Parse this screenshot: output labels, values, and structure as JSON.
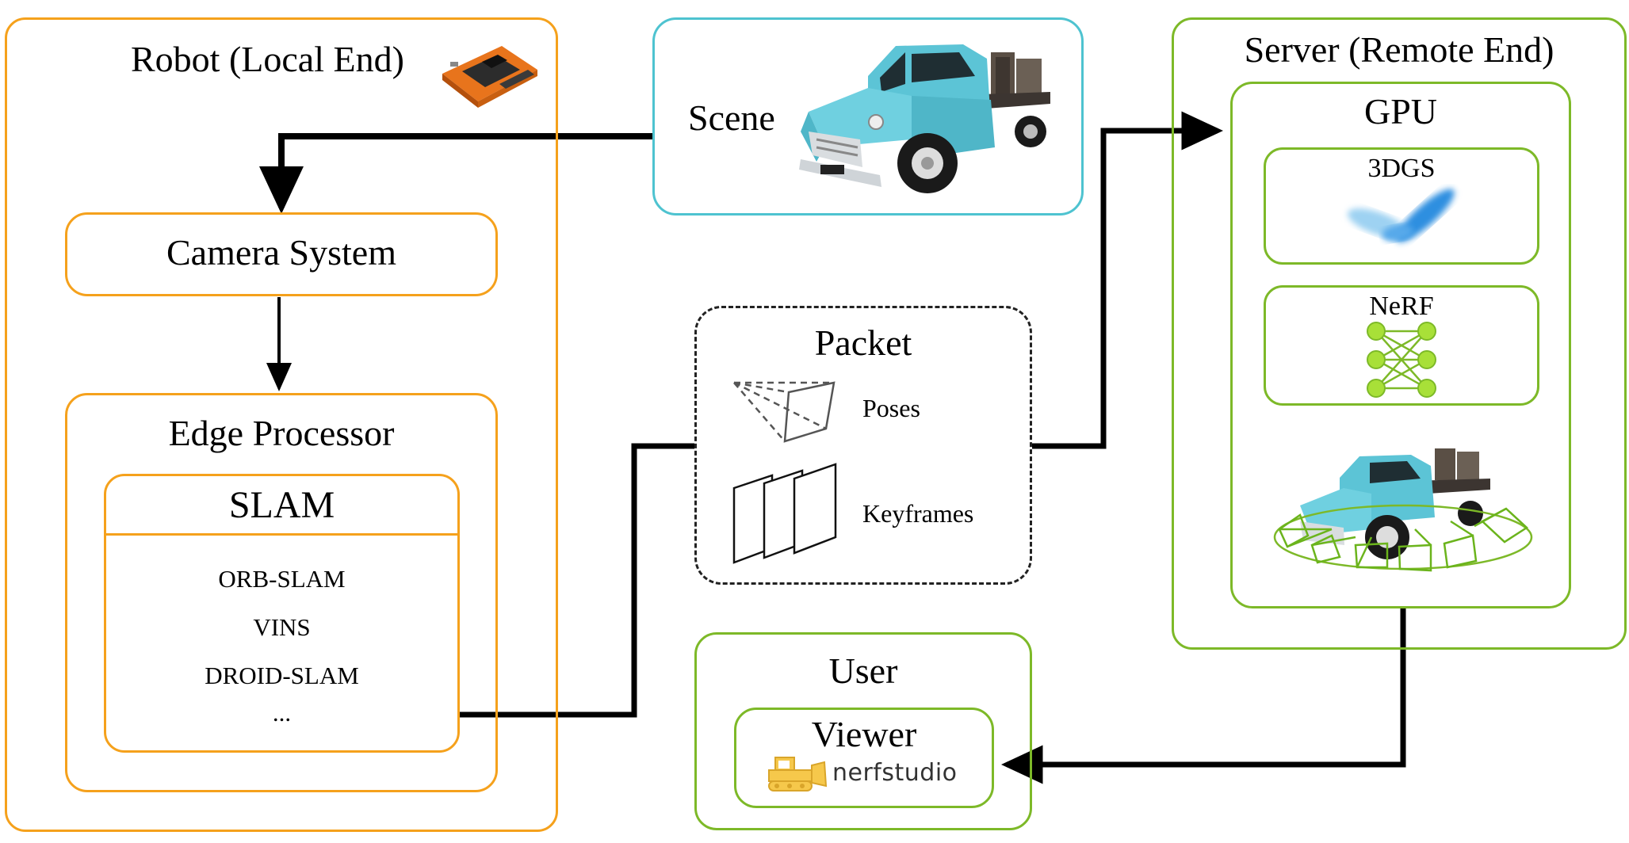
{
  "robot": {
    "title": "Robot (Local End)",
    "icon": "edge-board-icon"
  },
  "scene": {
    "label": "Scene",
    "icon": "truck-image"
  },
  "camera": {
    "label": "Camera System"
  },
  "edge": {
    "title": "Edge Processor",
    "slam": {
      "title": "SLAM",
      "methods": [
        "ORB-SLAM",
        "VINS",
        "DROID-SLAM",
        "..."
      ]
    }
  },
  "packet": {
    "title": "Packet",
    "poses": "Poses",
    "keyframes": "Keyframes"
  },
  "server": {
    "title": "Server (Remote End)",
    "gpu": {
      "title": "GPU",
      "gs": "3DGS",
      "nerf": "NeRF",
      "recon_icon": "truck-with-camera-frustums"
    }
  },
  "user": {
    "title": "User",
    "viewer": "Viewer",
    "logo": "nerfstudio"
  },
  "colors": {
    "local": "#F5A11C",
    "remote": "#7DB928",
    "scene": "#4EC3D0",
    "wire": "#000000"
  }
}
